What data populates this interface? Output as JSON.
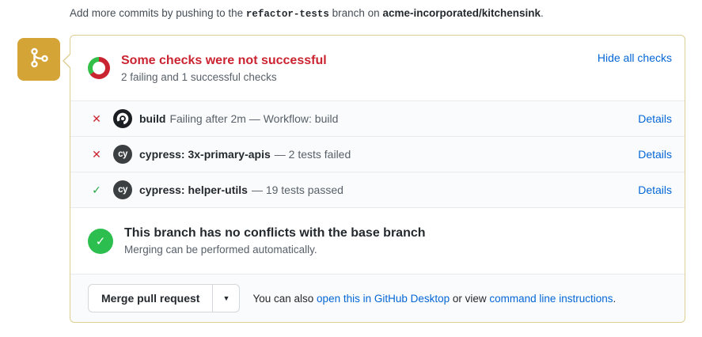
{
  "colors": {
    "accent_gold": "#d4a436",
    "box_border": "#ddce92",
    "fail_red": "#cb2431",
    "pass_green": "#28a745",
    "circle_green": "#2cbe4e",
    "link_blue": "#0366d6",
    "muted_gray": "#586069",
    "row_bg": "#fafbfc"
  },
  "icons": {
    "avatar": "git-merge-icon",
    "fail_glyph": "✕",
    "pass_glyph": "✓",
    "big_check_glyph": "✓",
    "dropdown_caret": "▼",
    "cypress_logo_text": "cy"
  },
  "top_note": {
    "prefix": "Add more commits by pushing to the ",
    "branch": "refactor-tests",
    "middle": " branch on ",
    "repo": "acme-incorporated/kitchensink",
    "suffix": "."
  },
  "header": {
    "title": "Some checks were not successful",
    "subtitle": "2 failing and 1 successful checks",
    "hide_link": "Hide all checks"
  },
  "checks": {
    "rows": [
      {
        "status": "fail",
        "ci_icon": "build-ci-icon",
        "name": "build",
        "description": "Failing after 2m — Workflow: build",
        "details_label": "Details"
      },
      {
        "status": "fail",
        "ci_icon": "cypress-icon",
        "name": "cypress: 3x-primary-apis",
        "description": "— 2 tests failed",
        "details_label": "Details"
      },
      {
        "status": "pass",
        "ci_icon": "cypress-icon",
        "name": "cypress: helper-utils",
        "description": "— 19 tests passed",
        "details_label": "Details"
      }
    ]
  },
  "mergeability": {
    "title": "This branch has no conflicts with the base branch",
    "subtitle": "Merging can be performed automatically."
  },
  "merge_bar": {
    "button_label": "Merge pull request",
    "also_prefix": "You can also ",
    "desktop_link": "open this in GitHub Desktop",
    "or_view": " or view ",
    "cli_link": "command line instructions",
    "suffix": "."
  }
}
